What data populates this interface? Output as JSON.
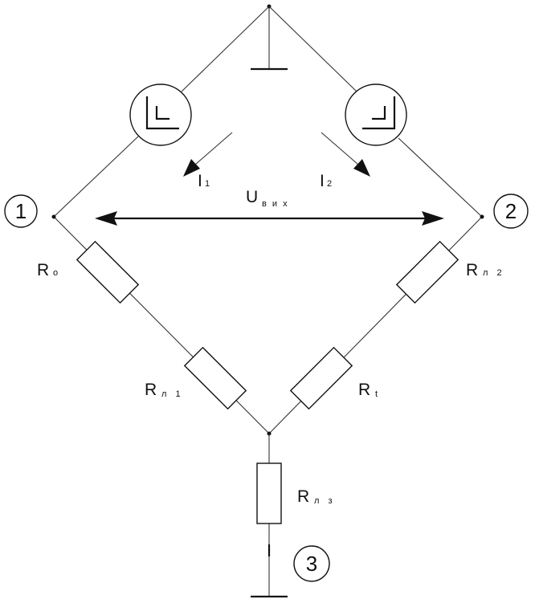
{
  "nodes": {
    "n1": "1",
    "n2": "2",
    "n3": "3"
  },
  "resistors": {
    "r0": {
      "main": "R",
      "sub": "o"
    },
    "rl1": {
      "main": "R",
      "sub": "л 1"
    },
    "rt": {
      "main": "R",
      "sub": "t"
    },
    "rl2": {
      "main": "R",
      "sub": "л 2"
    },
    "rl3": {
      "main": "R",
      "sub": "л з"
    }
  },
  "currents": {
    "i1": {
      "main": "I",
      "sub": "1"
    },
    "i2": {
      "main": "I",
      "sub": "2"
    }
  },
  "voltage": {
    "main": "U",
    "sub": "в и х"
  }
}
